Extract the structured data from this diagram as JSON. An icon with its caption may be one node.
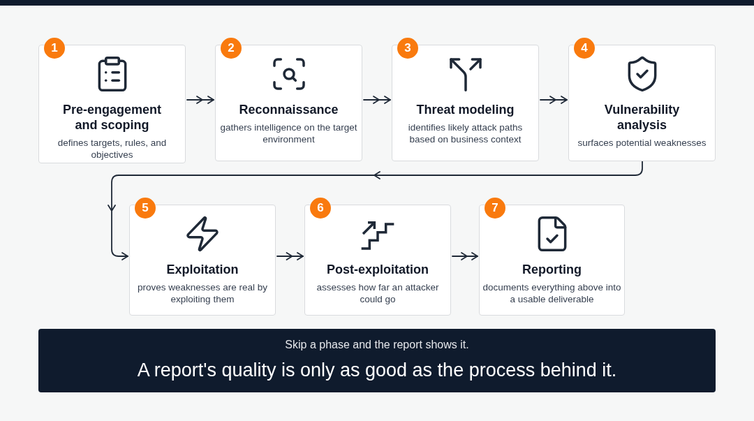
{
  "diagram": {
    "nodes": [
      {
        "text": [
          "1",
          "Pre-engagement and scoping",
          "defines targets, rules, and objectives"
        ]
      },
      {
        "text": [
          "2",
          "Reconnaissance",
          "gathers intelligence on the target environment"
        ]
      },
      {
        "text": [
          "3",
          "Threat modeling",
          "identifies likely attack paths based on business context"
        ]
      },
      {
        "text": [
          "4",
          "Vulnerability analysis",
          "surfaces potential weaknesses"
        ]
      },
      {
        "text": [
          "5",
          "Exploitation",
          "proves weaknesses are real by exploiting them"
        ]
      },
      {
        "text": [
          "6",
          "Post-exploitation",
          "assesses how far an attacker could go"
        ]
      },
      {
        "text": [
          "7",
          "Reporting",
          "documents everything above into a usable deliverable"
        ]
      },
      {
        "text": [
          "Skip a phase and the report shows it.",
          "A report's quality is only as good as the process behind it."
        ]
      }
    ],
    "edges": [
      {
        "from": 0,
        "to": 1,
        "arrow": "to"
      },
      {
        "from": 1,
        "to": 2,
        "arrow": "to"
      },
      {
        "from": 2,
        "to": 3,
        "arrow": "to"
      },
      {
        "from": 3,
        "to": 4,
        "arrow": "to"
      },
      {
        "from": 4,
        "to": 5,
        "arrow": "to"
      },
      {
        "from": 5,
        "to": 6,
        "arrow": "to"
      }
    ]
  }
}
